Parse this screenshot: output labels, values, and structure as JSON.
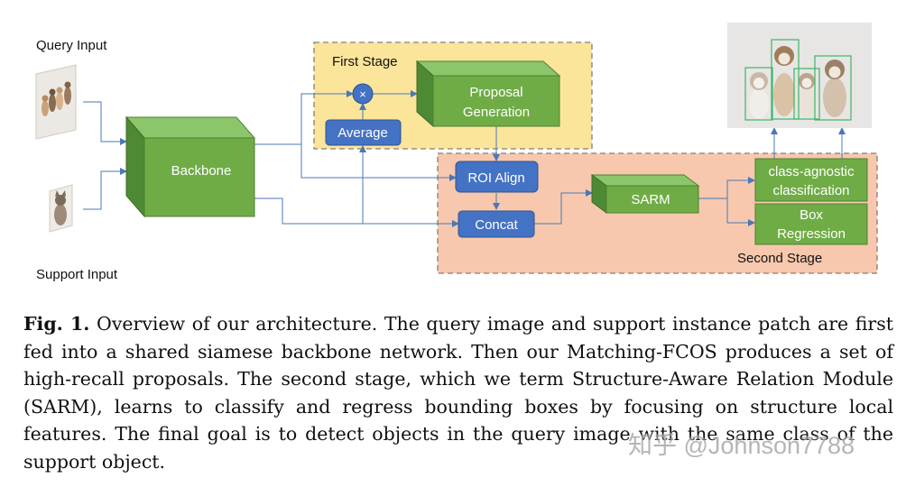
{
  "figure": {
    "query_input_label": "Query Input",
    "support_input_label": "Support Input",
    "backbone_label": "Backbone",
    "first_stage_label": "First Stage",
    "second_stage_label": "Second Stage",
    "multiply_symbol": "×",
    "average_label": "Average",
    "proposal_label_line1": "Proposal",
    "proposal_label_line2": "Generation",
    "roi_align_label": "ROI Align",
    "concat_label": "Concat",
    "sarm_label": "SARM",
    "cls_label_line1": "class-agnostic",
    "cls_label_line2": "classification",
    "box_label_line1": "Box",
    "box_label_line2": "Regression",
    "colors": {
      "first_stage_bg": "#fbe59a",
      "second_stage_bg": "#f7c8ad",
      "green_box": "#6fac46",
      "blue_box": "#4472c4",
      "arrow": "#4a78b8"
    }
  },
  "caption": {
    "label": "Fig. 1.",
    "text": "Overview of our architecture. The query image and support instance patch are first fed into a shared siamese backbone network. Then our Matching-FCOS produces a set of high-recall proposals. The second stage, which we term Structure-Aware Relation Module (SARM), learns to classify and regress bounding boxes by focusing on structure local features. The final goal is to detect objects in the query image with the same class of the support object."
  },
  "watermark": "知乎 @Johnson7788"
}
